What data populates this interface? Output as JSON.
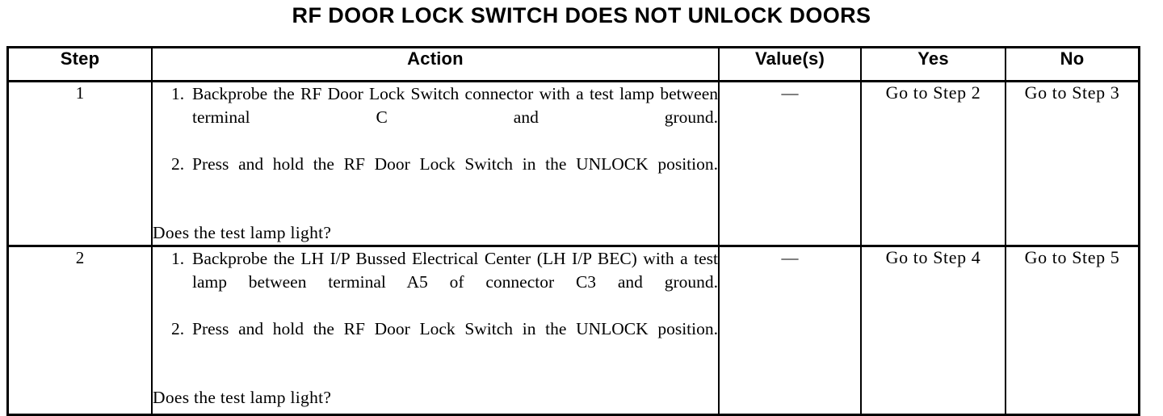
{
  "document": {
    "title": "RF DOOR LOCK SWITCH DOES NOT UNLOCK DOORS"
  },
  "table": {
    "headers": {
      "step": "Step",
      "action": "Action",
      "values": "Value(s)",
      "yes": "Yes",
      "no": "No"
    },
    "rows": [
      {
        "step": "1",
        "actions": [
          {
            "num": "1.",
            "text": "Backprobe the RF Door Lock Switch connector with a test lamp between terminal C and ground."
          },
          {
            "num": "2.",
            "text": "Press and hold the RF Door Lock Switch in the UNLOCK position."
          }
        ],
        "question": "Does the test lamp light?",
        "value": "—",
        "yes": "Go to Step 2",
        "no": "Go to Step 3"
      },
      {
        "step": "2",
        "actions": [
          {
            "num": "1.",
            "text": "Backprobe the LH I/P Bussed Electrical Center (LH I/P BEC) with a test lamp between terminal A5 of connector C3 and ground."
          },
          {
            "num": "2.",
            "text": "Press and hold the RF Door Lock Switch in the UNLOCK position."
          }
        ],
        "question": "Does the test lamp light?",
        "value": "—",
        "yes": "Go to Step 4",
        "no": "Go to Step 5"
      }
    ]
  }
}
